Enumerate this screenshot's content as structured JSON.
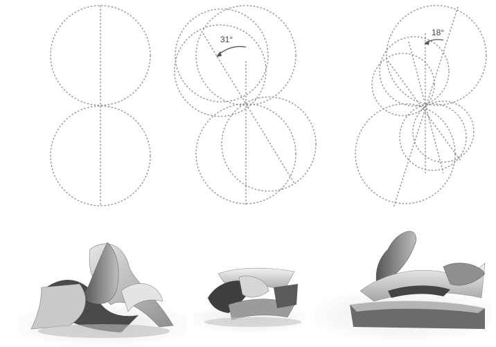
{
  "diagram": {
    "panels": [
      {
        "id": "panel-1",
        "rotation_label": ""
      },
      {
        "id": "panel-2",
        "rotation_label": "31°"
      },
      {
        "id": "panel-3",
        "rotation_label": "18°"
      }
    ],
    "photos": [
      {
        "id": "model-photo-1",
        "description": ""
      },
      {
        "id": "model-photo-2",
        "description": ""
      },
      {
        "id": "model-photo-3",
        "description": ""
      }
    ],
    "colors": {
      "dotted_line": "#8a8a8a",
      "label": "#444444",
      "paper_light": "#d8d8d8",
      "paper_mid": "#9a9a9a",
      "paper_dark": "#3c3c3c"
    }
  }
}
